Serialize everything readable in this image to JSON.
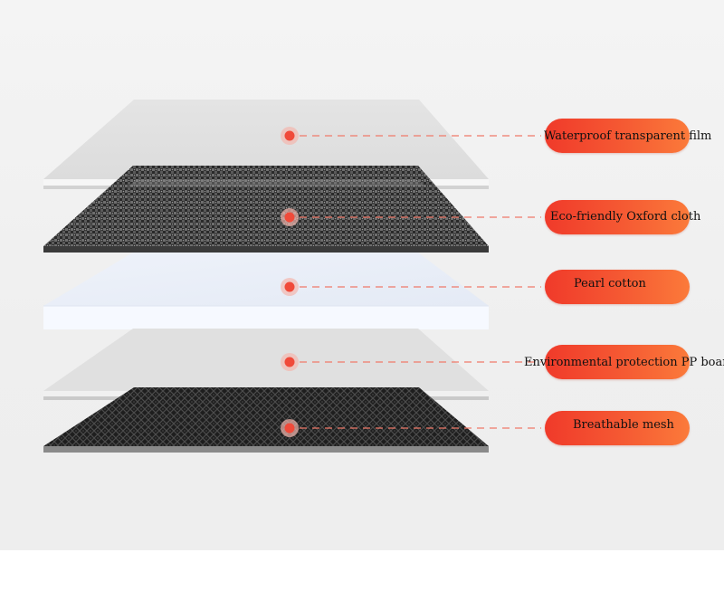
{
  "layers": [
    {
      "label": "Waterproof transparent film",
      "material": "film"
    },
    {
      "label": "Eco-friendly Oxford cloth",
      "material": "oxford"
    },
    {
      "label": "Pearl cotton",
      "material": "pearl"
    },
    {
      "label": "Environmental protection PP board",
      "material": "pp"
    },
    {
      "label": "Breathable mesh",
      "material": "mesh"
    }
  ],
  "colors": {
    "pill_start": "#f03a2a",
    "pill_end": "#fb7a3a",
    "dot": "#f04a3a",
    "dashed_line": "#f07a6a",
    "background": "#f2f2f2"
  }
}
